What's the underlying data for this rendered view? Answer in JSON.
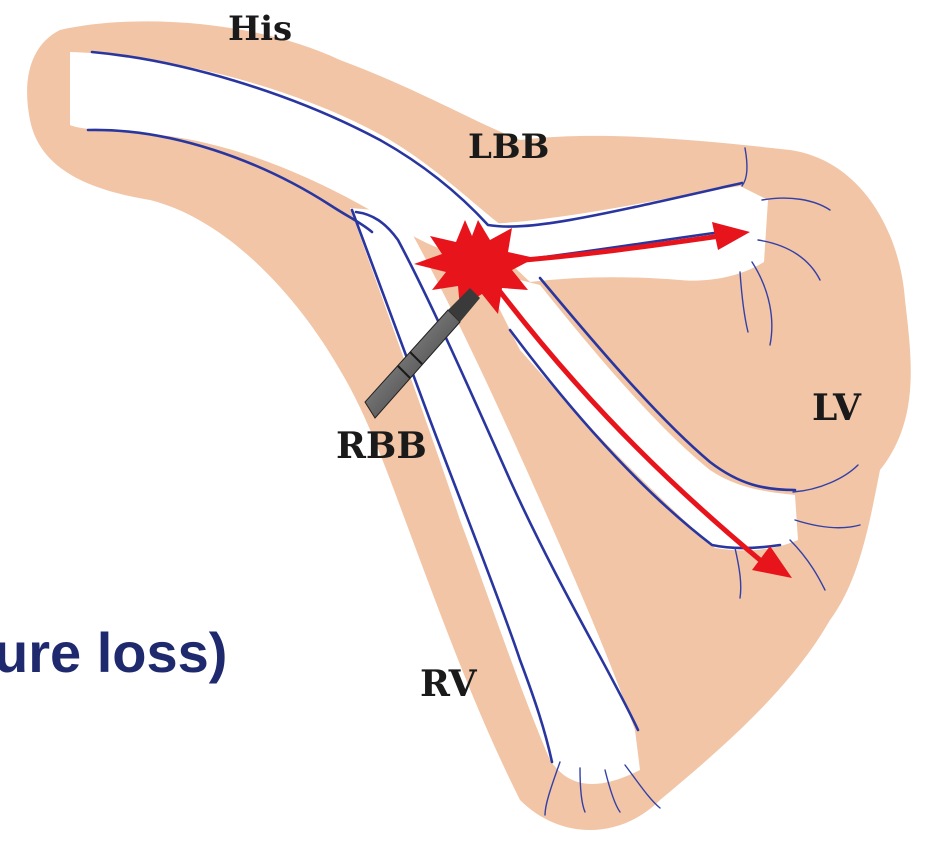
{
  "labels": {
    "his": "His",
    "lbb": "LBB",
    "rbb": "RBB",
    "lv": "LV",
    "rv": "RV"
  },
  "caption": "ure loss)",
  "colors": {
    "tissue": "#f1c5a5",
    "conduction_path": "#ffffff",
    "fiber_outline": "#2a36a0",
    "activation": "#e8141c",
    "caption_text": "#1f2a6e"
  }
}
